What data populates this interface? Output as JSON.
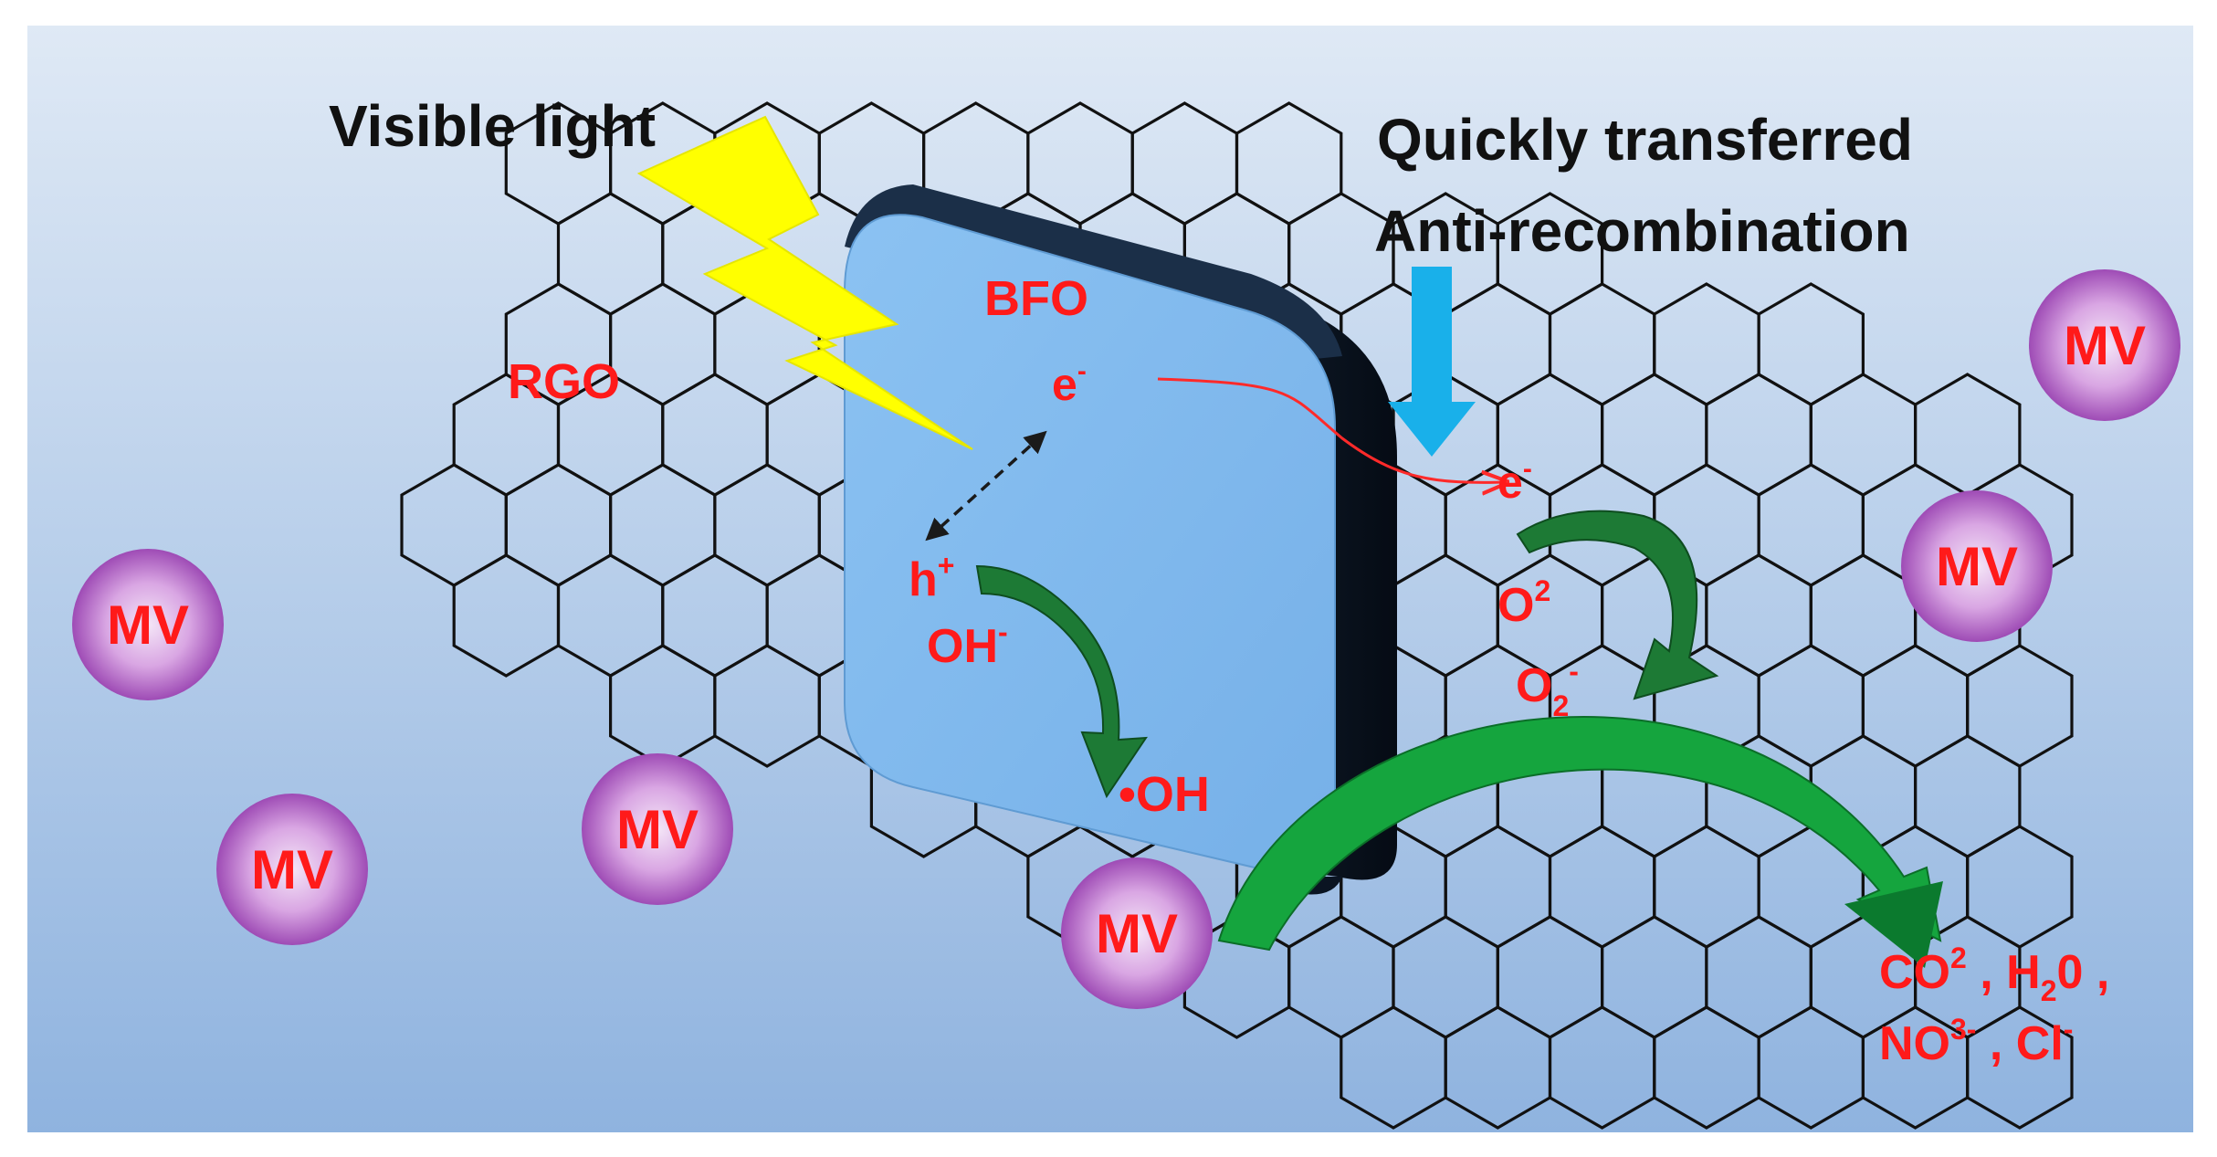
{
  "labels": {
    "visible_light": "Visible light",
    "quickly_transferred": "Quickly transferred",
    "anti_recombination": "Anti-recombination",
    "bfo": "BFO",
    "rgo": "RGO"
  },
  "species": {
    "e_bfo": {
      "base": "e",
      "sup": "-"
    },
    "e_rgo": {
      "base": "e",
      "sup": "-"
    },
    "h_plus": {
      "base": "h",
      "sup": "+"
    },
    "oh_minus": {
      "base": "OH",
      "sup": "-"
    },
    "oh_radical": "•OH",
    "o2": {
      "base": "O",
      "sup": "2"
    },
    "o2_minus": {
      "base": "O",
      "sub": "2",
      "sup": "-"
    }
  },
  "molecule_label": "MV",
  "molecules_count_visible": 6,
  "products": {
    "line1": {
      "co2": {
        "base": "CO",
        "sup": "2"
      },
      "sep1": " ,  ",
      "h2o": {
        "base": "H",
        "sub": "2",
        "tail": "0"
      },
      "sep2": " ,"
    },
    "line2": {
      "no3": {
        "base": "NO",
        "sup": "3-"
      },
      "sep": " ,  ",
      "cl": {
        "base": "Cl",
        "sup": "-"
      }
    }
  },
  "colors": {
    "background_top": "#dfe9f5",
    "background_bottom": "#8fb3df",
    "label_red": "#ff1a1a",
    "bfo_face": "#82baee",
    "bfo_edge": "#0d1a2a",
    "lightning": "#ffff00",
    "arrow_green": "#1d7a35",
    "arrow_bright_green": "#15a53e",
    "arrow_blue": "#19b0ea",
    "molecule": "#c989d8"
  }
}
